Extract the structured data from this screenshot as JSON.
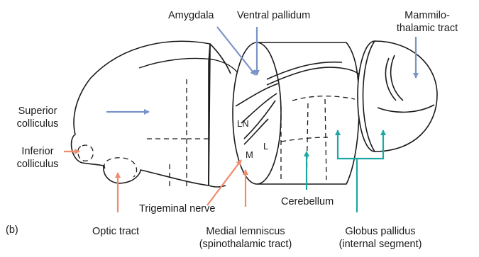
{
  "panel_letter": "(b)",
  "labels": {
    "amygdala": "Amygdala",
    "ventral_pallidum": "Ventral pallidum",
    "mammilothalamic_tract": [
      "Mammilo-",
      "thalamic tract"
    ],
    "superior_colliculus": [
      "Superior",
      "colliculus"
    ],
    "inferior_colliculus": [
      "Inferior",
      "colliculus"
    ],
    "trigeminal_nerve": "Trigeminal nerve",
    "optic_tract": "Optic tract",
    "medial_lemniscus": [
      "Medial lemniscus",
      "(spinothalamic tract)"
    ],
    "cerebellum": "Cerebellum",
    "globus_pallidus": [
      "Globus pallidus",
      "(internal segment)"
    ]
  },
  "region_marks": {
    "ln": "LN",
    "l": "L",
    "m": "M"
  },
  "colors": {
    "blue_arrow": "#7b93c8",
    "orange_arrow": "#ef8a6b",
    "teal_arrow": "#1aa8a4",
    "outline": "#1a1a1a"
  }
}
